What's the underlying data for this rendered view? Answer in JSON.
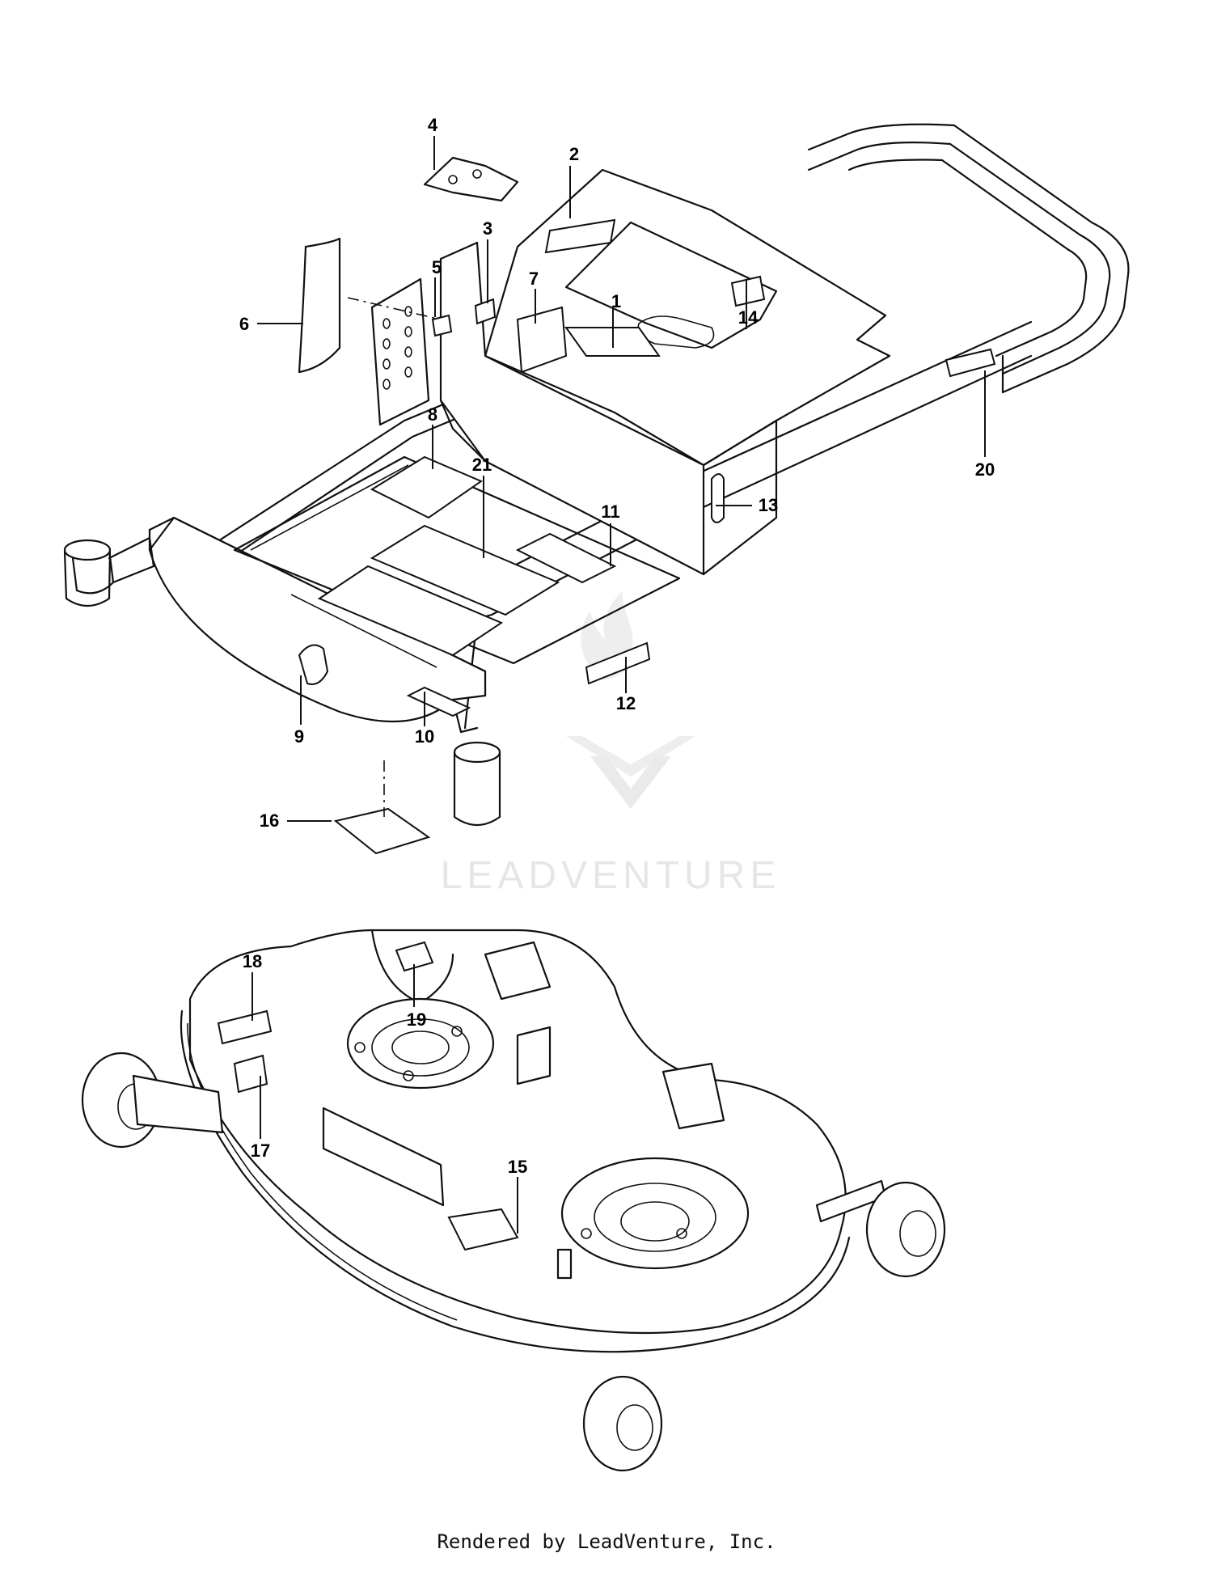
{
  "callouts": [
    {
      "id": "1",
      "text": "1"
    },
    {
      "id": "2",
      "text": "2"
    },
    {
      "id": "3",
      "text": "3"
    },
    {
      "id": "4",
      "text": "4"
    },
    {
      "id": "5",
      "text": "5"
    },
    {
      "id": "6",
      "text": "6"
    },
    {
      "id": "7",
      "text": "7"
    },
    {
      "id": "8",
      "text": "8"
    },
    {
      "id": "9",
      "text": "9"
    },
    {
      "id": "10",
      "text": "10"
    },
    {
      "id": "11",
      "text": "11"
    },
    {
      "id": "12",
      "text": "12"
    },
    {
      "id": "13",
      "text": "13"
    },
    {
      "id": "14",
      "text": "14"
    },
    {
      "id": "15",
      "text": "15"
    },
    {
      "id": "16",
      "text": "16"
    },
    {
      "id": "17",
      "text": "17"
    },
    {
      "id": "18",
      "text": "18"
    },
    {
      "id": "19",
      "text": "19"
    },
    {
      "id": "20",
      "text": "20"
    },
    {
      "id": "21",
      "text": "21"
    }
  ],
  "watermark": "LEADVENTURE",
  "footer": "Rendered by LeadVenture, Inc."
}
